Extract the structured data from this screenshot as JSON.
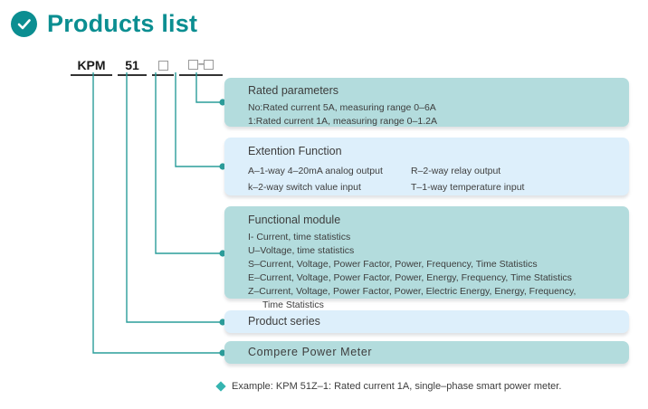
{
  "header": {
    "icon": "check-circle-icon",
    "title": "Products list",
    "accent_color": "#0b8e91"
  },
  "product_code": {
    "segments": [
      "KPM",
      "51"
    ],
    "placeholder_box": "□",
    "separator": "–"
  },
  "cards": [
    {
      "id": "rated",
      "style": "teal",
      "title": "Rated parameters",
      "lines": [
        "No:Rated current 5A, measuring range 0–6A",
        "1:Rated current 1A, measuring range 0–1.2A"
      ]
    },
    {
      "id": "extention",
      "style": "blue",
      "title": "Extention Function",
      "col_left": [
        "A–1-way 4–20mA analog output",
        "k–2-way switch value input"
      ],
      "col_right": [
        "R–2-way relay output",
        "T–1-way temperature input"
      ]
    },
    {
      "id": "functional",
      "style": "teal",
      "title": "Functional module",
      "lines": [
        "I- Current, time statistics",
        "U–Voltage, time statistics",
        "S–Current, Voltage, Power Factor, Power, Frequency, Time Statistics",
        "E–Current, Voltage, Power Factor, Power, Energy, Frequency, Time Statistics",
        "Z–Current, Voltage, Power Factor, Power, Electric Energy, Energy, Frequency,",
        "Time Statistics"
      ]
    },
    {
      "id": "series",
      "style": "blue",
      "title": "Product series"
    },
    {
      "id": "meter",
      "style": "teal",
      "title": "Compere  Power  Meter"
    }
  ],
  "footnote": {
    "marker": "diamond-bullet-icon",
    "text": "Example: KPM 51Z–1: Rated current 1A, single–phase smart power meter."
  },
  "colors": {
    "teal_card": "#b3dcdd",
    "blue_card": "#ddeffb",
    "connector": "#2a9d9a",
    "text": "#3d3d3d"
  }
}
